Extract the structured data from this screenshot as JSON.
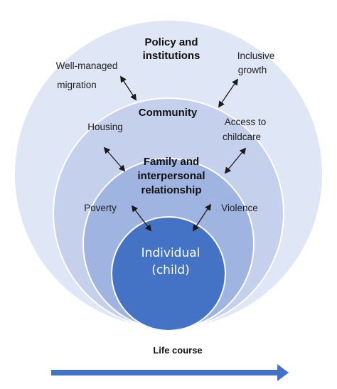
{
  "colors": {
    "outer_ring": "#dfe6f5",
    "community_ring": "#c5d1ec",
    "family_ring": "#9fb4e0",
    "individual_circle": "#4472c4",
    "ring_border": "#ffffff",
    "timeline_arrow": "#4472c4"
  },
  "rings": {
    "policy": {
      "title_line1": "Policy and",
      "title_line2": "institutions"
    },
    "community": {
      "title": "Community"
    },
    "family": {
      "title_line1": "Family and",
      "title_line2": "interpersonal",
      "title_line3": "relationship"
    },
    "individual": {
      "title_line1": "Individual",
      "title_line2": "(child)"
    }
  },
  "factors": {
    "well_managed_migration_line1": "Well-managed",
    "well_managed_migration_line2": "migration",
    "inclusive_growth_line1": "Inclusive",
    "inclusive_growth_line2": "growth",
    "housing": "Housing",
    "access_to_childcare_line1": "Access to",
    "access_to_childcare_line2": "childcare",
    "poverty": "Poverty",
    "violence": "Violence"
  },
  "timeline": {
    "label": "Life course"
  }
}
